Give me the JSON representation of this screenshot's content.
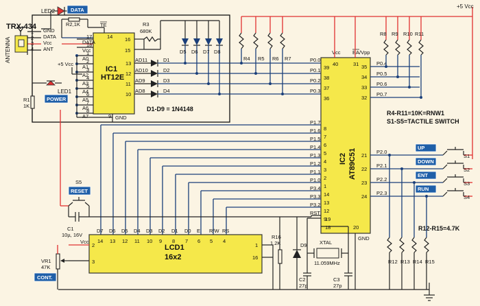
{
  "module": {
    "name": "TRX-434",
    "antenna": "ANTENNA",
    "pin_numbers": [
      "1",
      "2",
      "3",
      "4"
    ],
    "pins": [
      "GND",
      "DATA",
      "Vcc",
      "ANT"
    ]
  },
  "supply": "+5 Vcc",
  "ic1": {
    "name": "IC1",
    "part": "HT12E",
    "left_pins": [
      {
        "num": "17",
        "label": "DATA"
      },
      {
        "num": "18",
        "label": "Vcc"
      },
      {
        "num": "1",
        "label": "A0"
      },
      {
        "num": "2",
        "label": "A1"
      },
      {
        "num": "3",
        "label": "A2"
      },
      {
        "num": "4",
        "label": "A3"
      },
      {
        "num": "5",
        "label": "A4"
      },
      {
        "num": "6",
        "label": "A5"
      },
      {
        "num": "7",
        "label": "A6"
      },
      {
        "num": "8",
        "label": "A7"
      }
    ],
    "right_pins": [
      {
        "num": "10",
        "label": "AD8"
      },
      {
        "num": "11",
        "label": "AD9"
      },
      {
        "num": "12",
        "label": "AD10"
      },
      {
        "num": "13",
        "label": "AD11"
      }
    ],
    "top": {
      "te": "TE",
      "pin14": "14",
      "pin16": "16",
      "pin15": "15"
    },
    "bottom": {
      "pin9": "9",
      "gnd": "GND"
    }
  },
  "ic2": {
    "name": "IC2",
    "part": "AT89C51",
    "top": {
      "vcc": "Vcc",
      "ea": "EA/Vpp",
      "pin40": "40",
      "pin31": "31"
    },
    "left_top_pins": [
      {
        "num": "39",
        "label": "P0.0"
      },
      {
        "num": "38",
        "label": "P0.1"
      },
      {
        "num": "37",
        "label": "P0.2"
      },
      {
        "num": "36",
        "label": "P0.3"
      }
    ],
    "left_p1": [
      {
        "num": "8",
        "label": "P1.7"
      },
      {
        "num": "7",
        "label": "P1.6"
      },
      {
        "num": "6",
        "label": "P1.5"
      },
      {
        "num": "5",
        "label": "P1.4"
      },
      {
        "num": "4",
        "label": "P1.3"
      },
      {
        "num": "3",
        "label": "P1.2"
      },
      {
        "num": "2",
        "label": "P1.1"
      },
      {
        "num": "1",
        "label": "P1.0"
      },
      {
        "num": "14",
        "label": "P3.4"
      },
      {
        "num": "13",
        "label": "P3.3"
      },
      {
        "num": "12",
        "label": "P3.2"
      },
      {
        "num": "9",
        "label": "RST"
      }
    ],
    "right_pins": [
      {
        "num": "35",
        "label": "P0.4"
      },
      {
        "num": "34",
        "label": "P0.5"
      },
      {
        "num": "33",
        "label": "P0.6"
      },
      {
        "num": "32",
        "label": "P0.7"
      },
      {
        "num": "21",
        "label": "P2.0"
      },
      {
        "num": "22",
        "label": "P2.1"
      },
      {
        "num": "23",
        "label": "P2.2"
      },
      {
        "num": "24",
        "label": "P2.3"
      }
    ],
    "bottom": {
      "pin18": "18",
      "pin19": "19",
      "pin20": "20",
      "gnd": "GND"
    }
  },
  "lcd": {
    "name": "LCD1",
    "size": "16x2",
    "pins": [
      {
        "num": "14",
        "label": "D7"
      },
      {
        "num": "13",
        "label": "D6"
      },
      {
        "num": "12",
        "label": "D5"
      },
      {
        "num": "11",
        "label": "D4"
      },
      {
        "num": "10",
        "label": "D3"
      },
      {
        "num": "9",
        "label": "D2"
      },
      {
        "num": "8",
        "label": "D1"
      },
      {
        "num": "7",
        "label": "D0"
      },
      {
        "num": "6",
        "label": "E"
      },
      {
        "num": "5",
        "label": "R/W"
      },
      {
        "num": "4",
        "label": "RS"
      }
    ],
    "side": {
      "vcc": "Vcc",
      "pin2": "2",
      "pin3": "3",
      "pin1": "1",
      "pin16": "16"
    }
  },
  "diodes": {
    "d1_d4": [
      "D1",
      "D2",
      "D3",
      "D4"
    ],
    "d5_d8": [
      "D5",
      "D6",
      "D7",
      "D8"
    ],
    "note": "D1-D9 = 1N4148",
    "d9": "D9"
  },
  "resistors": {
    "r1": {
      "name": "R1",
      "value": "1K"
    },
    "r2": {
      "name": "R2",
      "value": "1K"
    },
    "r3": {
      "name": "R3",
      "value": "680K"
    },
    "r4_r7": [
      "R4",
      "R5",
      "R6",
      "R7"
    ],
    "r8_r11": [
      "R8",
      "R9",
      "R10",
      "R11"
    ],
    "r12_r15": [
      "R12",
      "R13",
      "R14",
      "R15"
    ],
    "r16": {
      "name": "R16",
      "value": "1.2K"
    },
    "vr1": {
      "name": "VR1",
      "value": "47K"
    },
    "note1": "R4-R11=10K=RNW1",
    "note2": "S1-S5=TACTILE SWITCH",
    "note3": "R12-R15=4.7K"
  },
  "caps": {
    "c1": {
      "name": "C1",
      "value": "10µ, 16V"
    },
    "c2": {
      "name": "C2",
      "value": "27p"
    },
    "c3": {
      "name": "C3",
      "value": "27p"
    },
    "xtal": {
      "name": "XTAL",
      "value": "11.059MHz"
    }
  },
  "leds": {
    "led1": "LED1",
    "led2": "LED2"
  },
  "switches": [
    "S1",
    "S2",
    "S3",
    "S4",
    "S5"
  ],
  "labels": {
    "data": "DATA",
    "power": "POWER",
    "reset": "RESET",
    "cont": "CONT.",
    "up": "UP",
    "down": "DOWN",
    "ent": "ENT",
    "run": "RUN"
  },
  "colors": {
    "wire": "#1a3f7a",
    "power_rail": "#e03030",
    "chip": "#f5e84a",
    "label_box": "#1f5fa8",
    "background": "#fbf4e3"
  }
}
